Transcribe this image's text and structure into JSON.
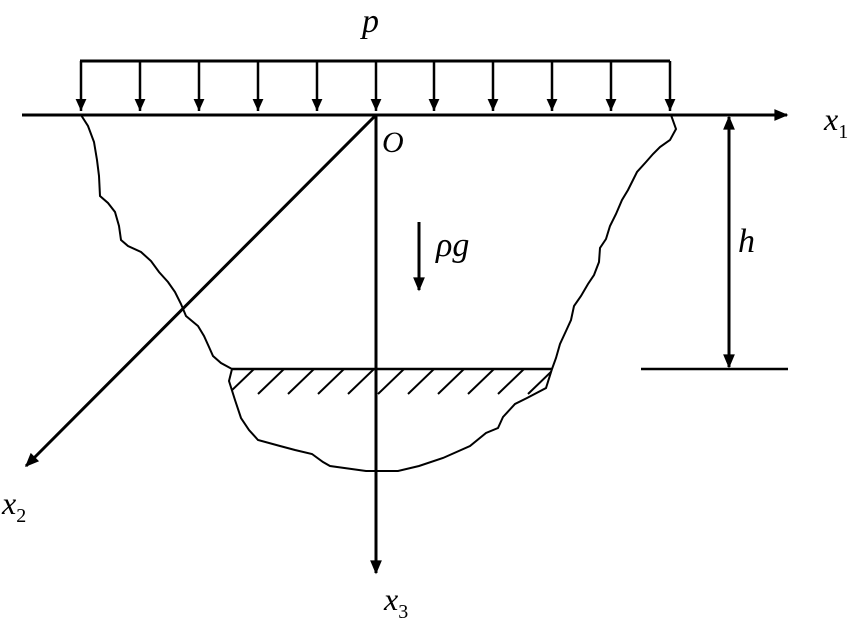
{
  "labels": {
    "load": "p",
    "origin": "O",
    "gravity": "ρg",
    "depth": "h",
    "axis_x1": {
      "base": "x",
      "sub": "1"
    },
    "axis_x2": {
      "base": "x",
      "sub": "2"
    },
    "axis_x3": {
      "base": "x",
      "sub": "3"
    }
  },
  "colors": {
    "ink": "#000000",
    "background": "#ffffff"
  }
}
